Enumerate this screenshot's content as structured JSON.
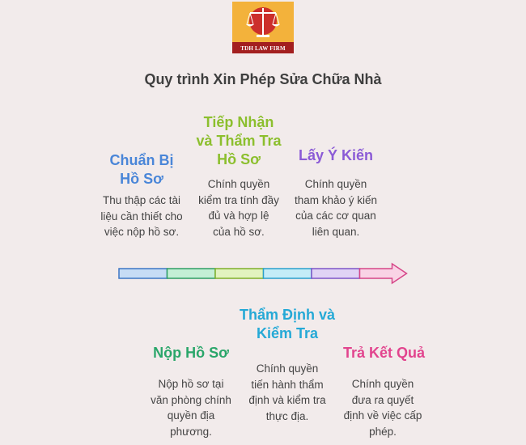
{
  "logo": {
    "text": "TDH LAW FIRM"
  },
  "title": "Quy trình Xin Phép Sửa Chữa Nhà",
  "steps": [
    {
      "title": "Chuẩn Bị Hồ Sơ",
      "desc": "Thu thập các tài liệu cần thiết cho việc nộp hồ sơ.",
      "color": "#4a86d8",
      "segment": "#c6dcf5",
      "border": "#3d76c4"
    },
    {
      "title": "Nộp Hồ Sơ",
      "desc": "Nộp hồ sơ tại văn phòng chính quyền địa phương.",
      "color": "#2aa66a",
      "segment": "#c4efd6",
      "border": "#2f9e64"
    },
    {
      "title": "Tiếp Nhận và Thẩm Tra Hồ Sơ",
      "desc": "Chính quyền kiểm tra tính đầy đủ và hợp lệ của hồ sơ.",
      "color": "#8cbf2e",
      "segment": "#e2f3bf",
      "border": "#7fb02a"
    },
    {
      "title": "Thẩm Định và Kiểm Tra",
      "desc": "Chính quyền tiến hành thẩm định và kiểm tra thực địa.",
      "color": "#25a9d6",
      "segment": "#c4ecf7",
      "border": "#2aa0cc"
    },
    {
      "title": "Lấy Ý Kiến",
      "desc": "Chính quyền tham khảo ý kiến của các cơ quan liên quan.",
      "color": "#8b5ad6",
      "segment": "#e0d3f5",
      "border": "#7e54c8"
    },
    {
      "title": "Trả Kết Quả",
      "desc": "Chính quyền đưa ra quyết định về việc cấp phép.",
      "color": "#e2448e",
      "segment": "#f9d3e5",
      "border": "#d64688"
    }
  ]
}
